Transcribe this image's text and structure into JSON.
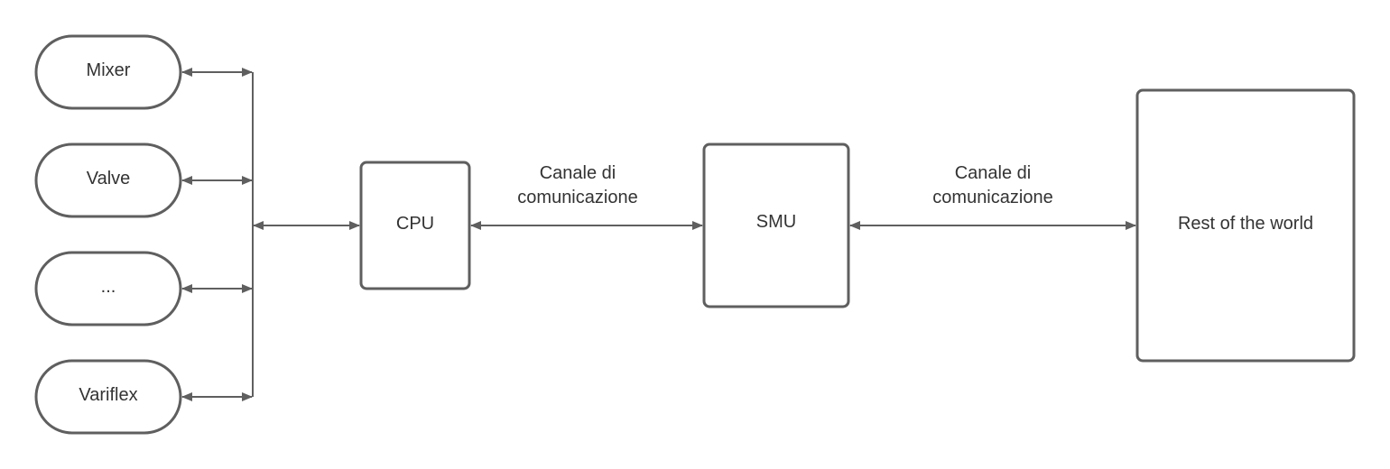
{
  "devices": [
    {
      "label": "Mixer"
    },
    {
      "label": "Valve"
    },
    {
      "label": "..."
    },
    {
      "label": "Variflex"
    }
  ],
  "cpu": {
    "label": "CPU"
  },
  "smu": {
    "label": "SMU"
  },
  "world": {
    "label": "Rest of the world"
  },
  "channel_left": {
    "line1": "Canale di",
    "line2": "comunicazione"
  },
  "channel_right": {
    "line1": "Canale di",
    "line2": "comunicazione"
  },
  "colors": {
    "stroke": "#5f5f5f",
    "text": "#333333",
    "background": "#ffffff"
  }
}
